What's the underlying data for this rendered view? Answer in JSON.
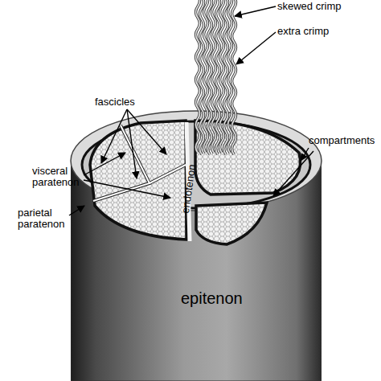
{
  "diagram": {
    "nodes": [
      {
        "text": [
          "epitenon"
        ]
      }
    ],
    "labels": [
      "skewed crimp",
      "extra crimp",
      "fascicles",
      "visceral paratenon",
      "compartments",
      "parietal paratenon",
      "endotenon"
    ]
  }
}
